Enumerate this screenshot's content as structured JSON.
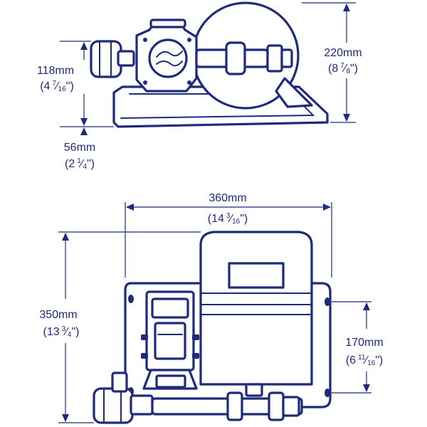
{
  "side_view": {
    "height_total": {
      "mm": "220mm",
      "in_whole": "(8",
      "in_num": "7",
      "in_den": "8",
      "in_close": "\")"
    },
    "height_inlet": {
      "mm": "118mm",
      "in_whole": "(4",
      "in_num": "7",
      "in_den": "16",
      "in_close": "\")"
    },
    "height_base": {
      "mm": "56mm",
      "in_whole": "(2",
      "in_num": "1",
      "in_den": "4",
      "in_close": "\")"
    }
  },
  "top_view": {
    "width_total": {
      "mm": "360mm",
      "in_whole": "(14",
      "in_num": "3",
      "in_den": "16",
      "in_close": "\")"
    },
    "depth_total": {
      "mm": "350mm",
      "in_whole": "(13",
      "in_num": "3",
      "in_den": "4",
      "in_close": "\")"
    },
    "mount_spacing": {
      "mm": "170mm",
      "in_whole": "(6",
      "in_num": "11",
      "in_den": "16",
      "in_close": "\")"
    }
  },
  "colors": {
    "ink": "#1e2a7a",
    "background": "#ffffff"
  }
}
